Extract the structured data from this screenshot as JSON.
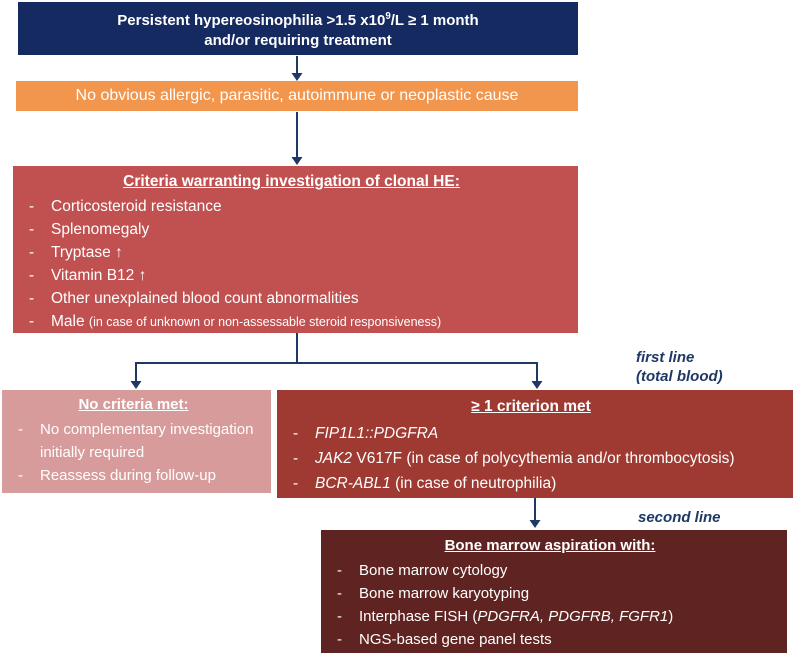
{
  "bullet": "-",
  "colors": {
    "navy_box": "#152a60",
    "orange_box": "#f2954d",
    "red_box": "#c05150",
    "pink_box": "#d89b9b",
    "darkred_box": "#9e3a31",
    "maroon_box": "#5f2421",
    "arrow": "#1f3864",
    "text": "#ffffff"
  },
  "top_box": {
    "line1_pre": "Persistent hypereosinophilia >1.5 x10",
    "line1_sup": "9",
    "line1_post": "/L ≥ 1 month",
    "line2": "and/or requiring treatment"
  },
  "orange_box": {
    "text": "No obvious allergic, parasitic, autoimmune or neoplastic cause"
  },
  "criteria_box": {
    "title": "Criteria warranting investigation of clonal HE:",
    "items": [
      {
        "text": "Corticosteroid resistance"
      },
      {
        "text": "Splenomegaly"
      },
      {
        "text": "Tryptase ↑"
      },
      {
        "text": "Vitamin B12 ↑"
      },
      {
        "text": "Other unexplained blood count abnormalities"
      },
      {
        "text": "Male ",
        "note": "(in case of unknown or non-assessable steroid responsiveness)"
      }
    ]
  },
  "no_criteria_box": {
    "title": "No criteria met:",
    "items": [
      {
        "text": "No complementary investigation initially required"
      },
      {
        "text": "Reassess during follow-up"
      }
    ]
  },
  "criterion_met_box": {
    "title": "≥ 1 criterion met",
    "items": [
      {
        "gene": "FIP1L1::PDGFRA",
        "rest": ""
      },
      {
        "gene": "JAK2",
        "rest": " V617F (in case of polycythemia and/or thrombocytosis)"
      },
      {
        "gene": "BCR-ABL1",
        "rest": " (in case of neutrophilia)"
      }
    ]
  },
  "bone_marrow_box": {
    "title": "Bone marrow aspiration with:",
    "items": [
      {
        "pre": "Bone marrow cytology",
        "genes": "",
        "post": ""
      },
      {
        "pre": "Bone marrow karyotyping",
        "genes": "",
        "post": ""
      },
      {
        "pre": "Interphase FISH (",
        "genes": "PDGFRA, PDGFRB, FGFR1",
        "post": ")"
      },
      {
        "pre": "NGS-based gene panel tests",
        "genes": "",
        "post": ""
      }
    ]
  },
  "annotations": {
    "first_line": "first line",
    "first_line_sub": "(total blood)",
    "second_line": "second line"
  }
}
